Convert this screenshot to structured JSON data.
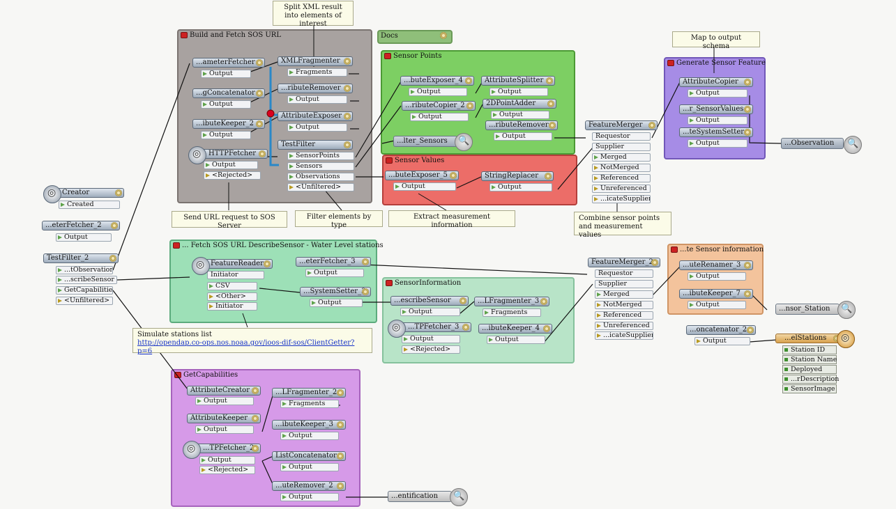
{
  "bookmarks": {
    "build": "Build and Fetch SOS URL",
    "docs": "Docs",
    "sensor_points": "Sensor Points",
    "sensor_values": "Sensor Values",
    "generate": "Generate Sensor Feature",
    "describe": "... Fetch SOS URL DescribeSensor - Water Level stations",
    "sensor_info": "SensorInformation",
    "te_sensor": "...te Sensor information",
    "getcap": "GetCapabilities"
  },
  "notes": {
    "split": "Split XML result into elements of interest",
    "map": "Map to output schema",
    "send": "Send URL request to SOS Server",
    "filter": "Filter elements by type",
    "extract": "Extract measurement information",
    "combine": "Combine sensor points and measurement values",
    "simulate": "Simulate stations list",
    "simulate_url": "http://opendap.co-ops.nos.noaa.gov/ioos-dif-sos/ClientGetter?p=6"
  },
  "transformers": {
    "creator": {
      "name": "Creator",
      "out": "Created"
    },
    "eterFetcher2": {
      "name": "...eterFetcher_2",
      "out": "Output"
    },
    "testFilter2": {
      "name": "TestFilter_2",
      "ports": [
        "...tObservation",
        "...scribeSensor",
        "GetCapabilities",
        "<Unfiltered>"
      ]
    },
    "ameterFetcher": {
      "name": "...ameterFetcher",
      "out": "Output"
    },
    "gConcatenator": {
      "name": "...gConcatenator",
      "out": "Output"
    },
    "ibuteKeeper2": {
      "name": "...ibuteKeeper_2",
      "out": "Output"
    },
    "httpFetcher": {
      "name": "HTTPFetcher",
      "out": "Output",
      "rej": "<Rejected>"
    },
    "xmlFragmenter": {
      "name": "XMLFragmenter",
      "out": "Fragments"
    },
    "ributeRemover": {
      "name": "...ributeRemover",
      "out": "Output"
    },
    "attributeExposer": {
      "name": "AttributeExposer",
      "out": "Output"
    },
    "testFilter": {
      "name": "TestFilter",
      "ports": [
        "SensorPoints",
        "Sensors",
        "Observations",
        "<Unfiltered>"
      ]
    },
    "buteExposer4": {
      "name": "...buteExposer_4",
      "out": "Output"
    },
    "ributeCopier2": {
      "name": "...ributeCopier_2",
      "out": "Output"
    },
    "attributeSplitter": {
      "name": "AttributeSplitter",
      "out": "Output"
    },
    "pointAdder": {
      "name": "2DPointAdder",
      "out": "Output"
    },
    "ributeRemoverB": {
      "name": "...ributeRemover",
      "out": "Output"
    },
    "lterSensors": {
      "name": "...lter_Sensors"
    },
    "buteExposer5": {
      "name": "...buteExposer_5",
      "out": "Output"
    },
    "stringReplacer": {
      "name": "StringReplacer",
      "out": "Output"
    },
    "featureMerger": {
      "name": "FeatureMerger",
      "inputs": [
        "Requestor",
        "Supplier"
      ],
      "ports": [
        "Merged",
        "NotMerged",
        "Referenced",
        "Unreferenced",
        "...icateSupplier"
      ]
    },
    "attributeCopier": {
      "name": "AttributeCopier",
      "out": "Output"
    },
    "rSensorValues": {
      "name": "...r_SensorValues",
      "out": "Output"
    },
    "teSystemSetter": {
      "name": "...teSystemSetter",
      "out": "Output"
    },
    "observation": {
      "name": "...Observation"
    },
    "featureReader": {
      "name": "FeatureReader",
      "input": "Initiator",
      "ports": [
        "CSV",
        "<Other>",
        "Initiator"
      ]
    },
    "eterFetcher3": {
      "name": "...eterFetcher_3",
      "out": "Output"
    },
    "systemSetter3": {
      "name": "...SystemSetter_3",
      "out": "Output"
    },
    "escribeSensor": {
      "name": "...escribeSensor",
      "out": "Output"
    },
    "tpFetcher3": {
      "name": "...TPFetcher_3",
      "out": "Output",
      "rej": "<Rejected>"
    },
    "lFragmenter3": {
      "name": "...LFragmenter_3",
      "out": "Fragments"
    },
    "ibuteKeeper4": {
      "name": "...ibuteKeeper_4",
      "out": "Output"
    },
    "featureMerger2": {
      "name": "FeatureMerger_2",
      "inputs": [
        "Requestor",
        "Supplier"
      ],
      "ports": [
        "Merged",
        "NotMerged",
        "Referenced",
        "Unreferenced",
        "...icateSupplier"
      ]
    },
    "uteRenamer3": {
      "name": "...uteRenamer_3",
      "out": "Output"
    },
    "ibuteKeeper7": {
      "name": "...ibuteKeeper_7",
      "out": "Output"
    },
    "oncatenator2": {
      "name": "...oncatenator_2",
      "out": "Output"
    },
    "nsorStation": {
      "name": "...nsor_Station"
    },
    "elStations": {
      "name": "...elStations",
      "attrs": [
        "Station ID",
        "Station Name",
        "Deployed",
        "...rDescription",
        "SensorImage"
      ]
    },
    "attributeCreator": {
      "name": "AttributeCreator",
      "out": "Output"
    },
    "attributeKeeper": {
      "name": "AttributeKeeper",
      "out": "Output"
    },
    "tpFetcher2": {
      "name": "...TPFetcher_2",
      "out": "Output",
      "rej": "<Rejected>"
    },
    "lFragmenter2": {
      "name": "...LFragmenter_2",
      "out": "Fragments"
    },
    "ibuteKeeper3": {
      "name": "...ibuteKeeper_3",
      "out": "Output"
    },
    "listConcatenator": {
      "name": "ListConcatenator",
      "out": "Output"
    },
    "uteRemover2": {
      "name": "...uteRemover_2",
      "out": "Output"
    },
    "entification": {
      "name": "...entification"
    }
  },
  "colors": {
    "build": "#a8a2a0",
    "docs": "#8fbf7a",
    "sensor_points": "#7dcf63",
    "sensor_values": "#ec6d68",
    "generate": "#a68ce6",
    "describe": "#9de0b7",
    "sensor_info": "#b8e4c8",
    "te_sensor": "#f3c39c",
    "getcap": "#d69ae8"
  }
}
